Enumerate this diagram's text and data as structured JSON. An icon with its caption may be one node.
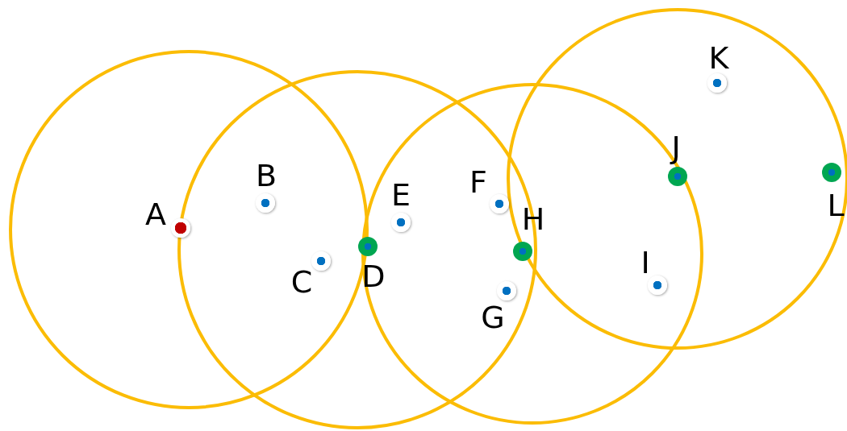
{
  "diagram": {
    "nodes": [
      {
        "text": [
          "A"
        ]
      },
      {
        "text": [
          "B"
        ]
      },
      {
        "text": [
          "C"
        ]
      },
      {
        "text": [
          "D"
        ]
      },
      {
        "text": [
          "E"
        ]
      },
      {
        "text": [
          "F"
        ]
      },
      {
        "text": [
          "G"
        ]
      },
      {
        "text": [
          "H"
        ]
      },
      {
        "text": [
          "I"
        ]
      },
      {
        "text": [
          "J"
        ]
      },
      {
        "text": [
          "K"
        ]
      },
      {
        "text": [
          "L"
        ]
      }
    ]
  }
}
